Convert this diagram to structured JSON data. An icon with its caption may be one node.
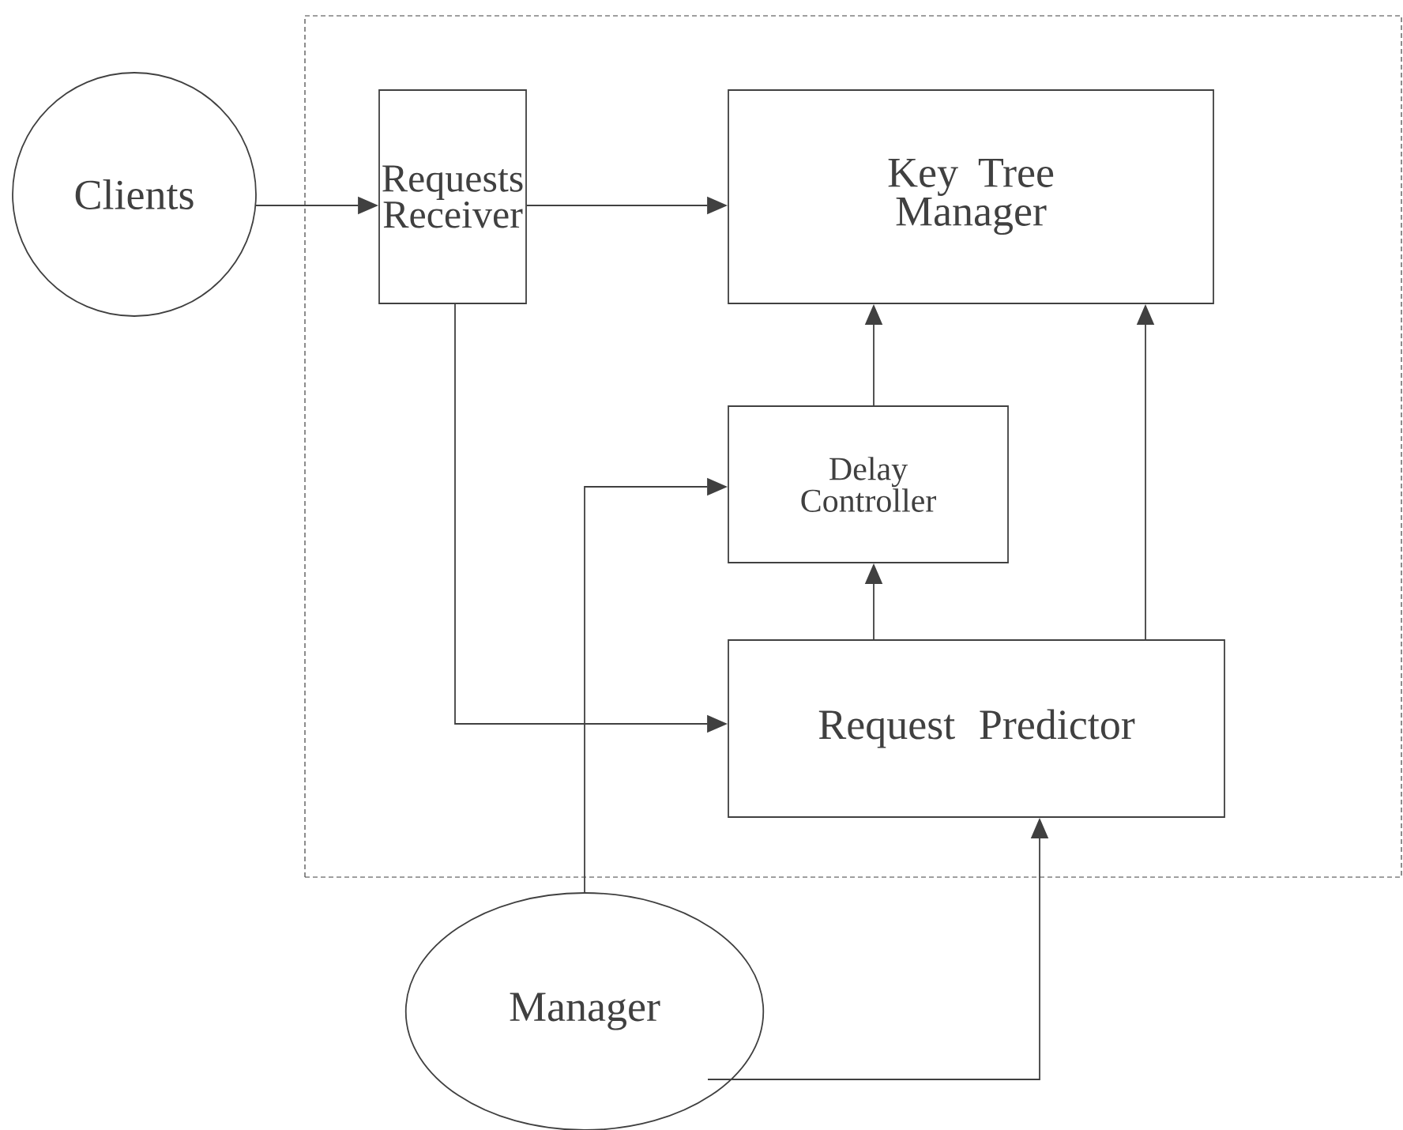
{
  "diagram": {
    "nodes": [
      {
        "text": [
          "Clients"
        ]
      },
      {
        "text": [],
        "shape": "box"
      },
      {
        "text": [
          "Requests Receiver"
        ],
        "in": 1
      },
      {
        "text": [
          "Key Tree Manager"
        ],
        "in": 1
      },
      {
        "text": [
          "Delay Controller"
        ],
        "in": 1
      },
      {
        "text": [
          "Request Predictor"
        ],
        "in": 1
      },
      {
        "text": [
          "Manager"
        ]
      }
    ],
    "edges": [
      {
        "from": 0,
        "to": 2,
        "arrow": "to"
      },
      {
        "from": 2,
        "to": 3,
        "arrow": "to"
      },
      {
        "from": 2,
        "to": 5,
        "arrow": "to"
      },
      {
        "from": 4,
        "to": 3,
        "arrow": "to"
      },
      {
        "from": 5,
        "to": 4,
        "arrow": "to"
      },
      {
        "from": 5,
        "to": 3,
        "arrow": "to"
      },
      {
        "from": 6,
        "to": 4,
        "arrow": "to"
      },
      {
        "from": 6,
        "to": 5,
        "arrow": "to"
      }
    ]
  }
}
